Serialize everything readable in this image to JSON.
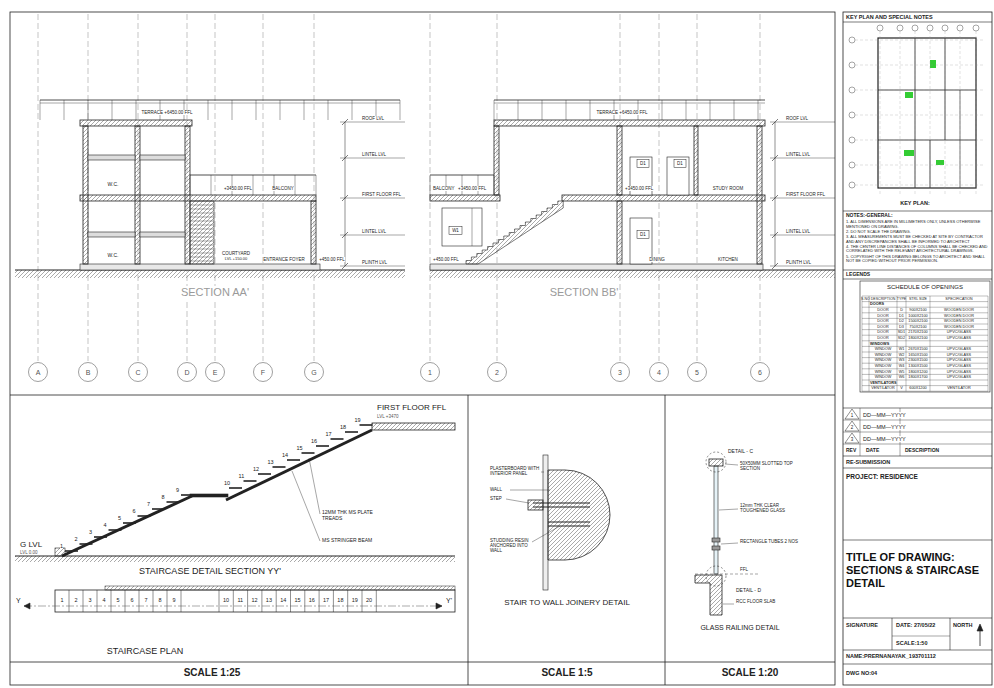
{
  "diagram": {
    "title": "TITLE OF DRAWING: SECTIONS & STAIRCASE DETAIL",
    "nodes": [
      {
        "text": [
          "A"
        ]
      },
      {
        "text": [
          "B"
        ]
      },
      {
        "text": [
          "C"
        ]
      },
      {
        "text": [
          "D"
        ]
      },
      {
        "text": [
          "E"
        ]
      },
      {
        "text": [
          "F"
        ]
      },
      {
        "text": [
          "G"
        ]
      },
      {
        "text": [
          "1"
        ]
      },
      {
        "text": [
          "2"
        ]
      },
      {
        "text": [
          "3"
        ]
      },
      {
        "text": [
          "4"
        ]
      },
      {
        "text": [
          "5"
        ]
      },
      {
        "text": [
          "6"
        ]
      }
    ],
    "labels": [
      "TERRACE +6450.00 FFL",
      "ROOF LVL",
      "LINTEL LVL",
      "FIRST FLOOR FFL",
      "LINTEL LVL",
      "PLINTH LVL",
      "W.C.",
      "W.C.",
      "+3450.00 FFL",
      "BALCONY",
      "COURTYARD",
      "LVL +150.00",
      "ENTRANCE FOYER",
      "+450.00 FFL",
      "SECTION AA'",
      "TERRACE +6450.00 FFL",
      "ROOF LVL",
      "LINTEL LVL",
      "FIRST FLOOR FFL",
      "LINTEL LVL",
      "PLINTH LVL",
      "D1",
      "D1",
      "D1",
      "W1",
      "BALCONY",
      "+3450.00 FFL",
      "+3450.00 FFL",
      "STUDY ROOM",
      "+450.00 FFL",
      "DINING",
      "KITCHEN",
      "SECTION BB'",
      "1",
      "2",
      "3",
      "4",
      "5",
      "6",
      "7",
      "8",
      "9",
      "10",
      "11",
      "12",
      "13",
      "14",
      "15",
      "16",
      "17",
      "18",
      "19",
      "FIRST FLOOR FFL",
      "LVL +3470",
      "12MM THK MS PLATE TREADS",
      "MS STRINGER BEAM",
      "G LVL",
      "LVL 0.00",
      "STAIRCASE DETAIL SECTION YY'",
      "1",
      "2",
      "3",
      "4",
      "5",
      "6",
      "7",
      "8",
      "9",
      "10",
      "11",
      "12",
      "13",
      "14",
      "15",
      "16",
      "17",
      "18",
      "19",
      "20",
      "Y",
      "Y'",
      "STAIRCASE PLAN",
      "SCALE 1:25",
      "PLASTERBOARD WITH INTERIOR PANEL",
      "WALL",
      "STEP",
      "STUDDING RESIN ANCHORED INTO WALL",
      "STAIR TO WALL JOINERY DETAIL",
      "SCALE 1:5",
      "DETAIL - C",
      "50X50MM SLOTTED TOP SECTION",
      "12mm THK CLEAR TOUGHENED GLASS",
      "RECTANGLE TUBES 2 NOS",
      "FFL",
      "DETAIL - D",
      "RCC FLOOR SLAB",
      "GLASS RAILING DETAIL",
      "SCALE 1:20",
      "KEY PLAN AND SPECIAL NOTES",
      "KEY PLAN:",
      "NOTES:-GENERAL:",
      "1. ALL DIMENSIONS ARE IN MILLIMETERS ONLY, UNLESS OTHERWISE MENTIONED ON DRAWING.",
      "2. DO NOT SCALE THE DRAWING.",
      "3. ALL MEASUREMENTS MUST BE CHECKED AT SITE BY CONTRACTOR AND ANY DISCREPANCIES SHALL BE INFORMED TO ARCHITECT",
      "4. THE CENTER LINE DISTANCES OF COLUMNS SHALL BE CHECKED AND CORRELATED WITH THE RELEVANT ARCHITECTURAL DRAWINGS.",
      "5. COPYRIGHT OF THIS DRAWING BELONGS TO ARCHITECT AND SHALL NOT BE COPIED WITHOUT PRIOR PERMISSION.",
      "LEGENDS",
      "SCHEDULE OF OPENINGS",
      "S.NO",
      "DESCRIPTION",
      "TYPE",
      "STRL SIZE",
      "SPECIFICATION",
      "DOORS",
      "DOOR",
      "D",
      "900X2100",
      "WOODEN DOOR",
      "DOOR",
      "D1",
      "1000X2100",
      "WOODEN DOOR",
      "DOOR",
      "D2",
      "1500X2100",
      "WOODEN DOOR",
      "DOOR",
      "D3",
      "750X2100",
      "WOODEN DOOR",
      "DOOR",
      "SD1",
      "2170X2100",
      "UPVC/GLASS",
      "DOOR",
      "SD2",
      "1800X2100",
      "UPVC/GLASS",
      "WINDOWS",
      "WINDOW",
      "W1",
      "2670X1500",
      "UPVC/GLASS",
      "WINDOW",
      "W2",
      "1650X1500",
      "UPVC/GLASS",
      "WINDOW",
      "W3",
      "2300X1500",
      "UPVC/GLASS",
      "WINDOW",
      "W4",
      "1300X1500",
      "UPVC/GLASS",
      "WINDOW",
      "W5",
      "1800X1200",
      "UPVC/GLASS",
      "WINDOW",
      "W6",
      "1800X1700",
      "UPVC/GLASS",
      "VENTILATORS",
      "VENTILATOR",
      "V",
      "600X1200",
      "VENTILATOR",
      "1",
      "DD—MM—YYYY",
      "2",
      "DD—MM—YYYY",
      "3",
      "DD—MM—YYYY",
      "REV",
      "DATE",
      "DESCRIPTION",
      "RE-SUBMISSION",
      "PROJECT: RESIDENCE",
      "SIGNATURE",
      "DATE: 27/05/22",
      "SCALE:1:50",
      "NORTH",
      "NAME:PRERNANAYAK_193701112",
      "DWG NO:04"
    ]
  }
}
